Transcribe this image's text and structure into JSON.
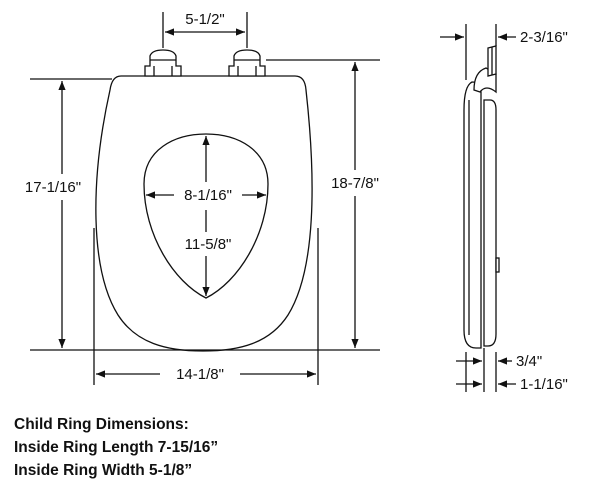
{
  "front_view": {
    "hinge_spacing": "5-1/2\"",
    "ring_length": "17-1/16\"",
    "inside_width": "8-1/16\"",
    "inside_length": "11-5/8\"",
    "overall_length": "18-7/8\"",
    "overall_width": "14-1/8\""
  },
  "side_view": {
    "hinge_depth": "2-3/16\"",
    "ring_thickness": "3/4\"",
    "total_thickness": "1-1/16\""
  },
  "notes": {
    "heading": "Child Ring Dimensions:",
    "line1": "Inside Ring Length 7-15/16”",
    "line2": "Inside Ring Width 5-1/8”"
  }
}
